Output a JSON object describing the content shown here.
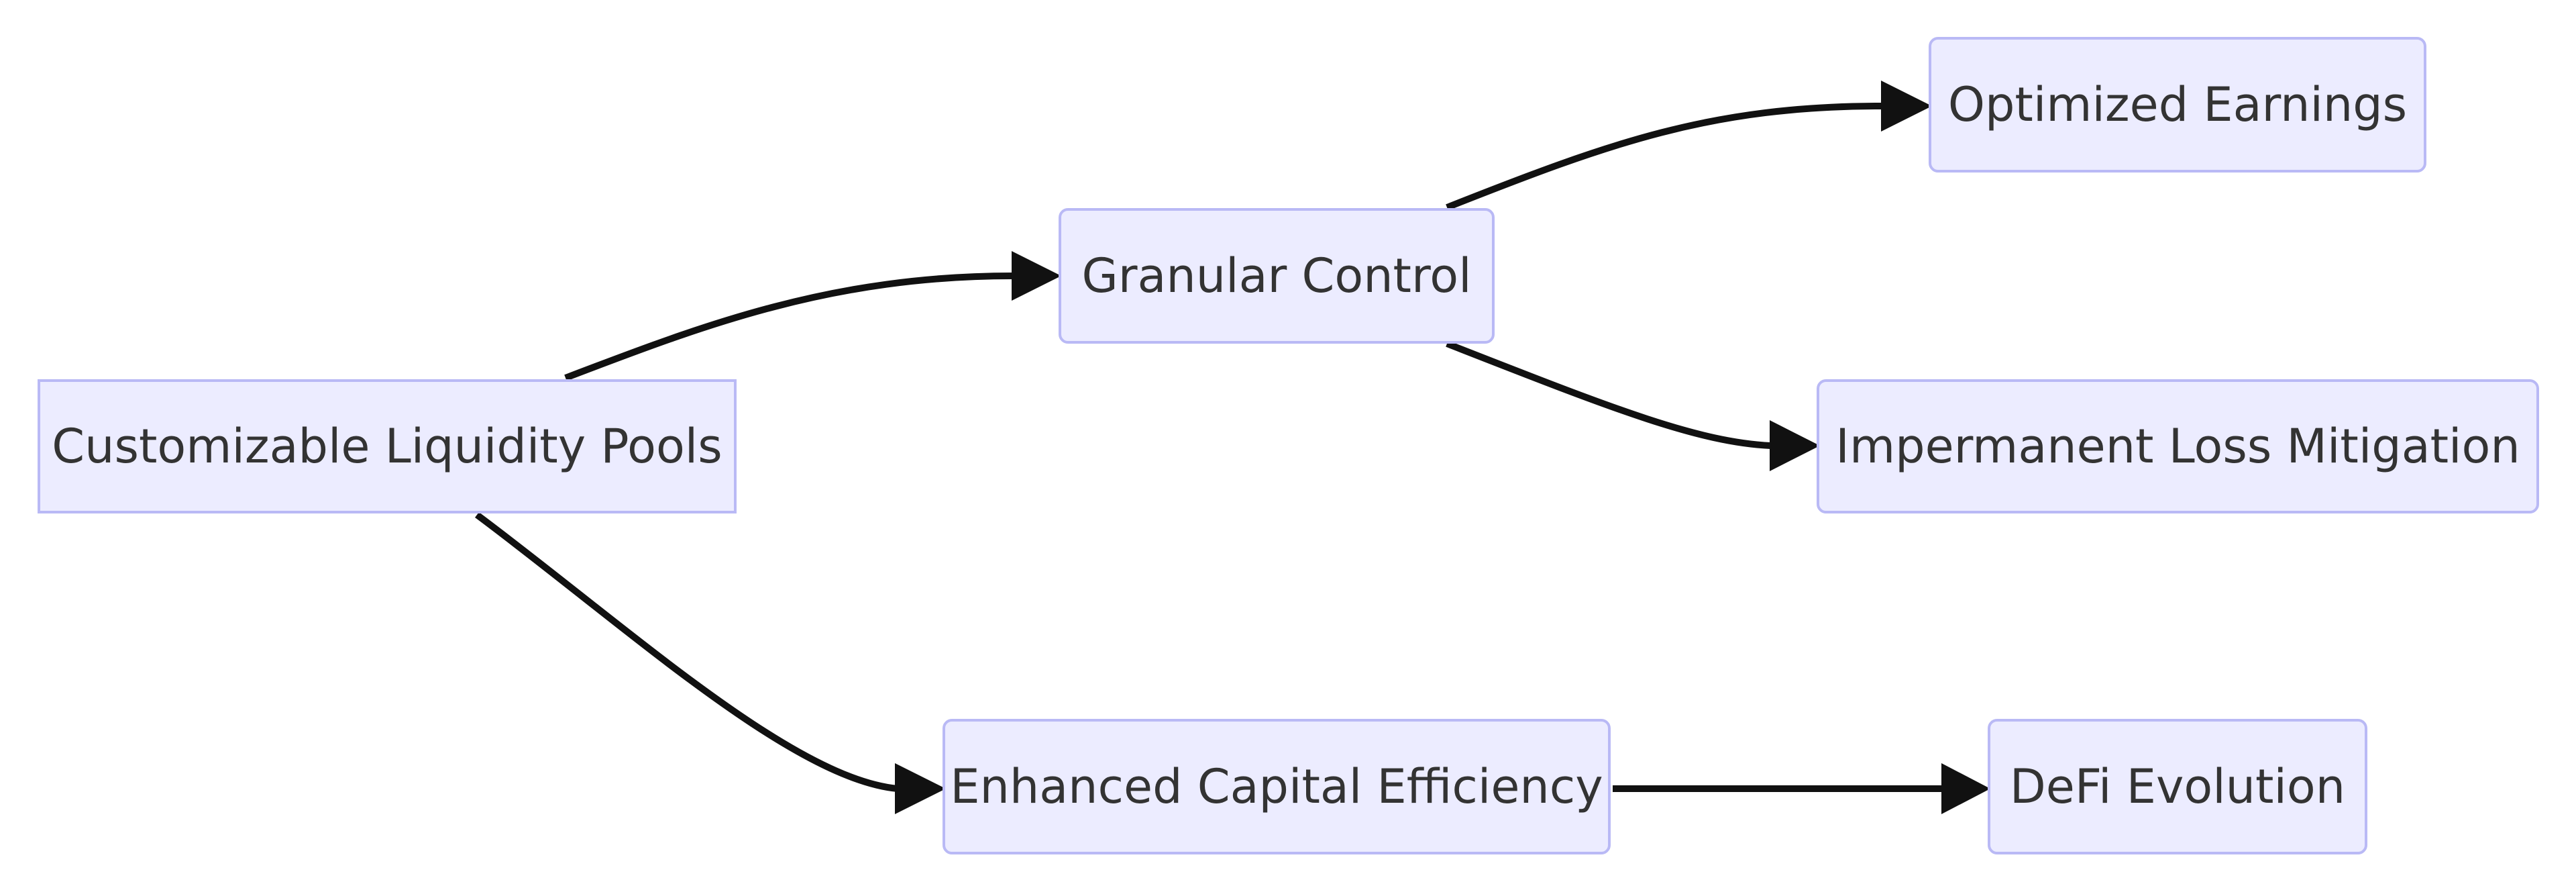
{
  "nodes": [
    {
      "id": "pools",
      "label": "Customizable Liquidity Pools"
    },
    {
      "id": "control",
      "label": "Granular Control"
    },
    {
      "id": "efficiency",
      "label": "Enhanced Capital Efficiency"
    },
    {
      "id": "earnings",
      "label": "Optimized Earnings"
    },
    {
      "id": "loss",
      "label": "Impermanent Loss Mitigation"
    },
    {
      "id": "defi",
      "label": "DeFi Evolution"
    }
  ],
  "edges": [
    {
      "from": "pools",
      "to": "control"
    },
    {
      "from": "pools",
      "to": "efficiency"
    },
    {
      "from": "control",
      "to": "earnings"
    },
    {
      "from": "control",
      "to": "loss"
    },
    {
      "from": "efficiency",
      "to": "defi"
    }
  ],
  "colors": {
    "node_fill": "#ececff",
    "node_border": "#b9b9f5",
    "text": "#333333",
    "edge": "#111111"
  }
}
